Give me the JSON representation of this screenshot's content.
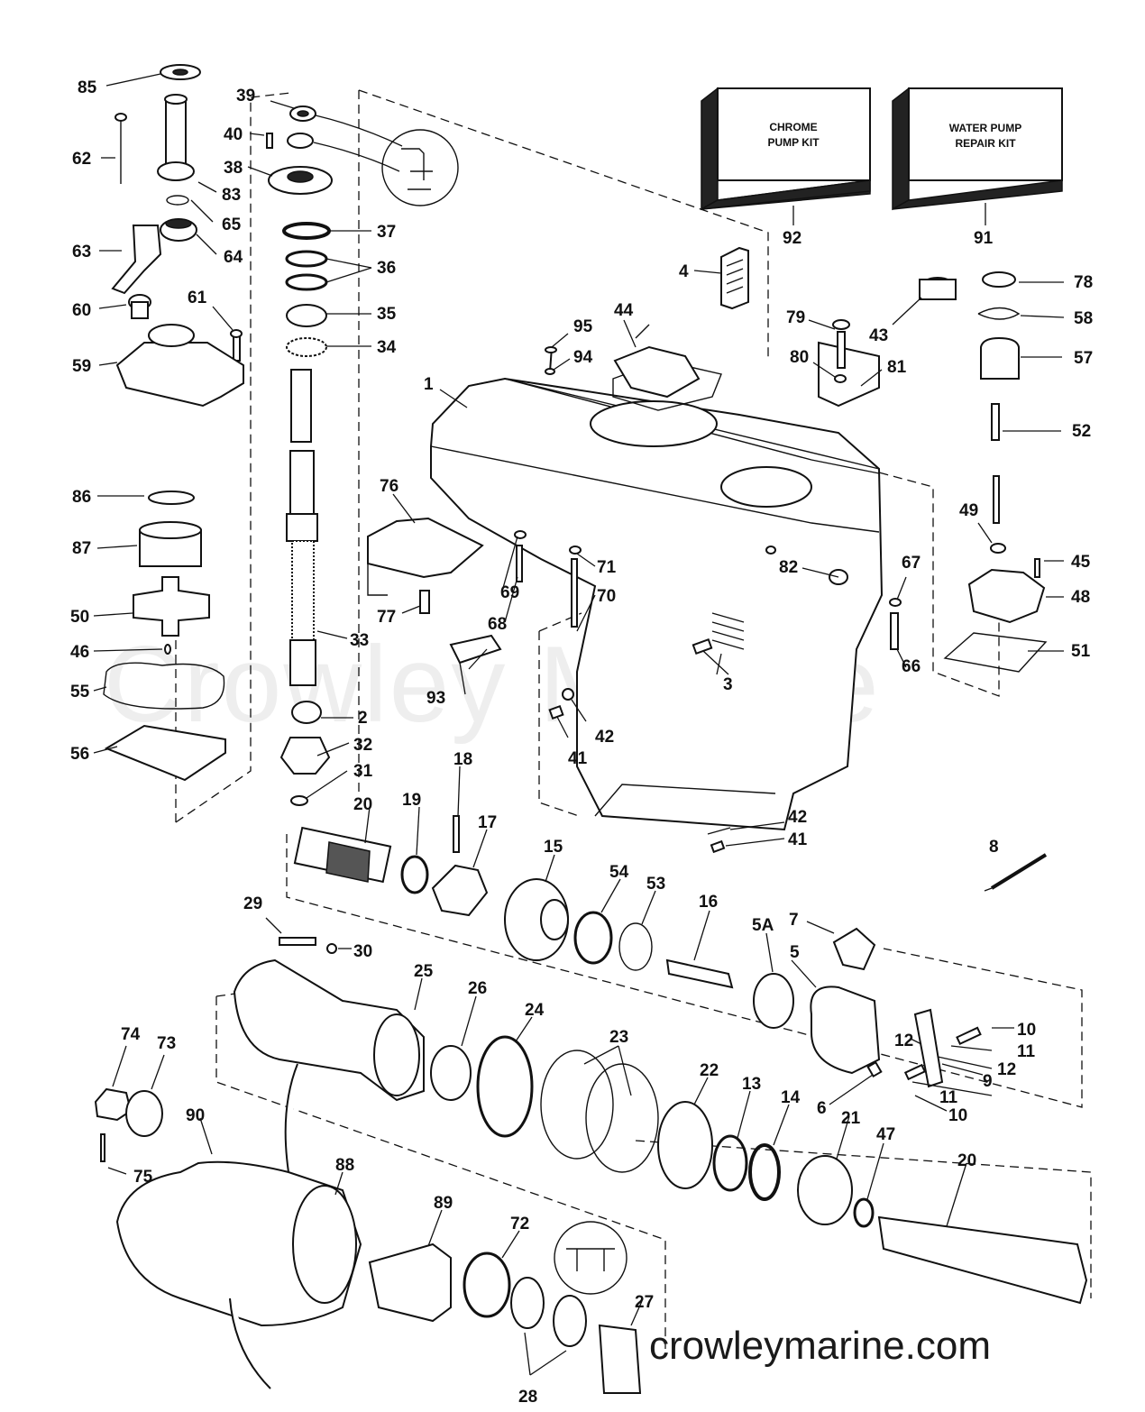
{
  "watermark_center": "Crowley Marine",
  "watermark_bottom": "crowleymarine.com",
  "kits": {
    "chrome": {
      "line1": "CHROME",
      "line2": "PUMP KIT",
      "number": "92"
    },
    "water": {
      "line1": "WATER PUMP",
      "line2": "REPAIR KIT",
      "number": "91"
    }
  },
  "labels": [
    "85",
    "62",
    "83",
    "65",
    "64",
    "63",
    "60",
    "61",
    "59",
    "86",
    "87",
    "50",
    "46",
    "55",
    "56",
    "39",
    "40",
    "38",
    "37",
    "36",
    "35",
    "34",
    "33",
    "2",
    "32",
    "31",
    "20",
    "19",
    "18",
    "17",
    "15",
    "54",
    "53",
    "16",
    "5A",
    "7",
    "8",
    "5",
    "29",
    "30",
    "25",
    "26",
    "24",
    "23",
    "22",
    "13",
    "14",
    "21",
    "47",
    "20",
    "74",
    "73",
    "75",
    "90",
    "88",
    "89",
    "72",
    "28",
    "27",
    "12",
    "10",
    "11",
    "9",
    "12",
    "11",
    "10",
    "6",
    "4",
    "44",
    "95",
    "94",
    "1",
    "76",
    "69",
    "68",
    "77",
    "71",
    "70",
    "82",
    "93",
    "3",
    "41",
    "42",
    "42",
    "41",
    "79",
    "80",
    "81",
    "43",
    "78",
    "58",
    "57",
    "52",
    "49",
    "45",
    "48",
    "51",
    "67",
    "66"
  ]
}
